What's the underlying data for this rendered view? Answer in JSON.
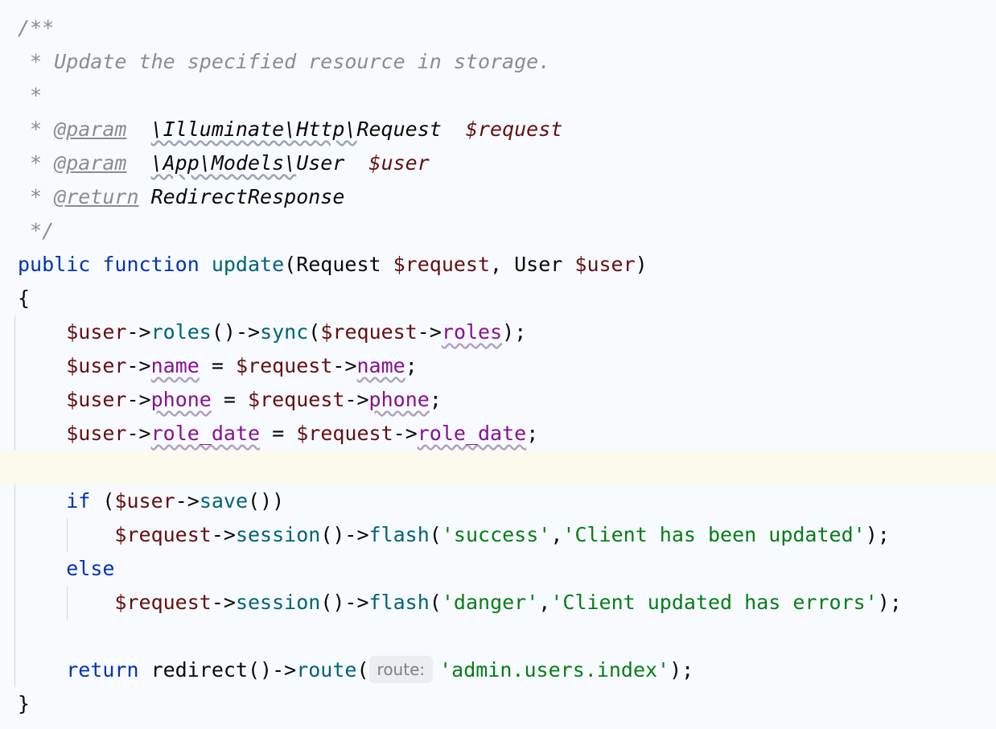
{
  "editor": {
    "lines": [
      [
        {
          "t": "/**",
          "c": "c-doc"
        }
      ],
      [
        {
          "t": " * Update the specified resource in storage.",
          "c": "c-doc"
        }
      ],
      [
        {
          "t": " *",
          "c": "c-doc"
        }
      ],
      [
        {
          "t": " * ",
          "c": "c-doc"
        },
        {
          "t": "@param",
          "c": "c-tag"
        },
        {
          "t": "  ",
          "c": "c-doc"
        },
        {
          "t": "\\Illuminate\\Http\\",
          "c": "c-typeu"
        },
        {
          "t": "Request",
          "c": "c-type"
        },
        {
          "t": "  ",
          "c": "c-doc"
        },
        {
          "t": "$request",
          "c": "c-docvar"
        }
      ],
      [
        {
          "t": " * ",
          "c": "c-doc"
        },
        {
          "t": "@param",
          "c": "c-tag"
        },
        {
          "t": "  ",
          "c": "c-doc"
        },
        {
          "t": "\\App\\Models\\",
          "c": "c-typeu"
        },
        {
          "t": "User",
          "c": "c-type"
        },
        {
          "t": "  ",
          "c": "c-doc"
        },
        {
          "t": "$user",
          "c": "c-docvar"
        }
      ],
      [
        {
          "t": " * ",
          "c": "c-doc"
        },
        {
          "t": "@return",
          "c": "c-tag"
        },
        {
          "t": " ",
          "c": "c-doc"
        },
        {
          "t": "RedirectResponse",
          "c": "c-type"
        }
      ],
      [
        {
          "t": " */",
          "c": "c-doc"
        }
      ],
      [
        {
          "t": "public ",
          "c": "c-kw"
        },
        {
          "t": "function ",
          "c": "c-kw"
        },
        {
          "t": "update",
          "c": "c-fn"
        },
        {
          "t": "(Request ",
          "c": "c-plain"
        },
        {
          "t": "$request",
          "c": "c-var"
        },
        {
          "t": ", User ",
          "c": "c-plain"
        },
        {
          "t": "$user",
          "c": "c-var"
        },
        {
          "t": ")",
          "c": "c-plain"
        }
      ],
      [
        {
          "t": "{",
          "c": "c-plain"
        }
      ],
      [
        {
          "t": "    ",
          "c": "c-plain"
        },
        {
          "t": "$user",
          "c": "c-var"
        },
        {
          "t": "->",
          "c": "c-plain"
        },
        {
          "t": "roles",
          "c": "c-fn"
        },
        {
          "t": "()->",
          "c": "c-plain"
        },
        {
          "t": "sync",
          "c": "c-fn"
        },
        {
          "t": "(",
          "c": "c-plain"
        },
        {
          "t": "$request",
          "c": "c-var"
        },
        {
          "t": "->",
          "c": "c-plain"
        },
        {
          "t": "roles",
          "c": "c-propu"
        },
        {
          "t": ");",
          "c": "c-plain"
        }
      ],
      [
        {
          "t": "    ",
          "c": "c-plain"
        },
        {
          "t": "$user",
          "c": "c-var"
        },
        {
          "t": "->",
          "c": "c-plain"
        },
        {
          "t": "name",
          "c": "c-propu"
        },
        {
          "t": " = ",
          "c": "c-plain"
        },
        {
          "t": "$request",
          "c": "c-var"
        },
        {
          "t": "->",
          "c": "c-plain"
        },
        {
          "t": "name",
          "c": "c-propu"
        },
        {
          "t": ";",
          "c": "c-plain"
        }
      ],
      [
        {
          "t": "    ",
          "c": "c-plain"
        },
        {
          "t": "$user",
          "c": "c-var"
        },
        {
          "t": "->",
          "c": "c-plain"
        },
        {
          "t": "phone",
          "c": "c-propu"
        },
        {
          "t": " = ",
          "c": "c-plain"
        },
        {
          "t": "$request",
          "c": "c-var"
        },
        {
          "t": "->",
          "c": "c-plain"
        },
        {
          "t": "phone",
          "c": "c-propu"
        },
        {
          "t": ";",
          "c": "c-plain"
        }
      ],
      [
        {
          "t": "    ",
          "c": "c-plain"
        },
        {
          "t": "$user",
          "c": "c-var"
        },
        {
          "t": "->",
          "c": "c-plain"
        },
        {
          "t": "role_date",
          "c": "c-propu"
        },
        {
          "t": " = ",
          "c": "c-plain"
        },
        {
          "t": "$request",
          "c": "c-var"
        },
        {
          "t": "->",
          "c": "c-plain"
        },
        {
          "t": "role_date",
          "c": "c-propu"
        },
        {
          "t": ";",
          "c": "c-plain"
        }
      ],
      [],
      [
        {
          "t": "    ",
          "c": "c-plain"
        },
        {
          "t": "if",
          "c": "c-kw"
        },
        {
          "t": " (",
          "c": "c-plain"
        },
        {
          "t": "$user",
          "c": "c-var"
        },
        {
          "t": "->",
          "c": "c-plain"
        },
        {
          "t": "save",
          "c": "c-fn"
        },
        {
          "t": "())",
          "c": "c-plain"
        }
      ],
      [
        {
          "t": "        ",
          "c": "c-plain"
        },
        {
          "t": "$request",
          "c": "c-var"
        },
        {
          "t": "->",
          "c": "c-plain"
        },
        {
          "t": "session",
          "c": "c-fn"
        },
        {
          "t": "()->",
          "c": "c-plain"
        },
        {
          "t": "flash",
          "c": "c-fn"
        },
        {
          "t": "(",
          "c": "c-plain"
        },
        {
          "t": "'success'",
          "c": "c-str"
        },
        {
          "t": ",",
          "c": "c-plain"
        },
        {
          "t": "'Client has been updated'",
          "c": "c-str"
        },
        {
          "t": ");",
          "c": "c-plain"
        }
      ],
      [
        {
          "t": "    ",
          "c": "c-plain"
        },
        {
          "t": "else",
          "c": "c-kw"
        }
      ],
      [
        {
          "t": "        ",
          "c": "c-plain"
        },
        {
          "t": "$request",
          "c": "c-var"
        },
        {
          "t": "->",
          "c": "c-plain"
        },
        {
          "t": "session",
          "c": "c-fn"
        },
        {
          "t": "()->",
          "c": "c-plain"
        },
        {
          "t": "flash",
          "c": "c-fn"
        },
        {
          "t": "(",
          "c": "c-plain"
        },
        {
          "t": "'danger'",
          "c": "c-str"
        },
        {
          "t": ",",
          "c": "c-plain"
        },
        {
          "t": "'Client updated has errors'",
          "c": "c-str"
        },
        {
          "t": ");",
          "c": "c-plain"
        }
      ],
      [],
      [
        {
          "t": "    ",
          "c": "c-plain"
        },
        {
          "t": "return",
          "c": "c-kw"
        },
        {
          "t": " redirect()->",
          "c": "c-plain"
        },
        {
          "t": "route",
          "c": "c-fn"
        },
        {
          "t": "(",
          "c": "c-plain"
        },
        {
          "t": "route:",
          "c": "hint"
        },
        {
          "t": "'admin.users.index'",
          "c": "c-str"
        },
        {
          "t": ");",
          "c": "c-plain"
        }
      ],
      [
        {
          "t": "}",
          "c": "c-plain"
        }
      ]
    ],
    "caret_line_index": 13,
    "colors": {
      "background": "#f7faff",
      "caret_line": "#fcfaed",
      "keyword": "#0033b3",
      "function": "#00627a",
      "variable": "#660e0e",
      "property": "#871094",
      "string": "#067d17",
      "comment": "#8c8c8c"
    }
  }
}
